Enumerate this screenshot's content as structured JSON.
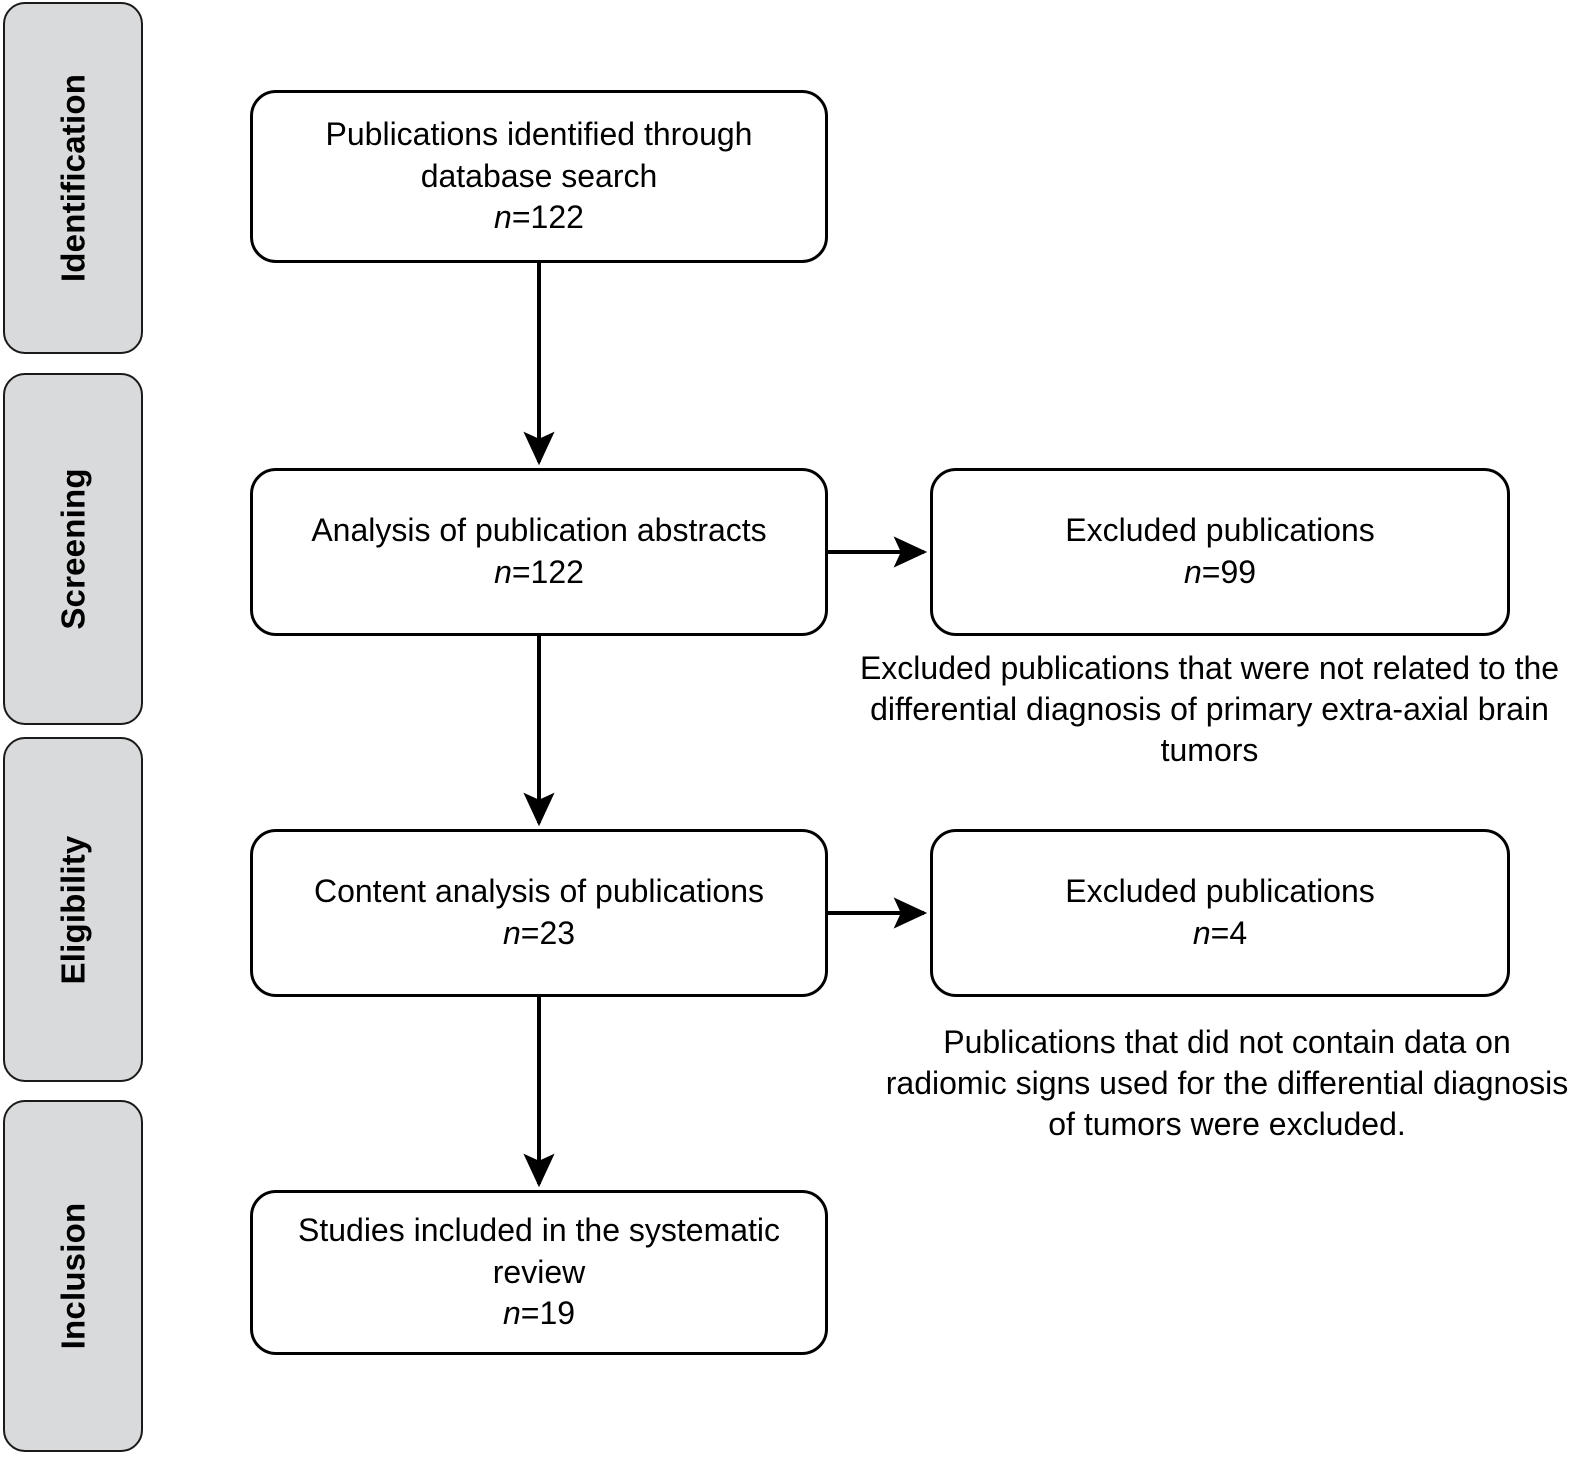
{
  "diagram": {
    "title": "PRISMA study selection flow diagram",
    "type": "flowchart",
    "colors": {
      "stage_fill": "#d9dadb",
      "stage_border": "#1a1a1a",
      "box_fill": "#ffffff",
      "box_border": "#000000",
      "text": "#000000"
    }
  },
  "stages": [
    {
      "id": "identification",
      "label": "Identification"
    },
    {
      "id": "screening",
      "label": "Screening"
    },
    {
      "id": "eligibility",
      "label": "Eligibility"
    },
    {
      "id": "inclusion",
      "label": "Inclusion"
    }
  ],
  "boxes": {
    "identified": {
      "line1": "Publications identified through",
      "line2": "database search",
      "n_label": "n",
      "n_value": "=122"
    },
    "abstracts": {
      "line1": "Analysis of publication abstracts",
      "n_label": "n",
      "n_value": "=122"
    },
    "excluded_1": {
      "line1": "Excluded publications",
      "n_label": "n",
      "n_value": "=99"
    },
    "content": {
      "line1": "Content analysis of publications",
      "n_label": "n",
      "n_value": "=23"
    },
    "excluded_2": {
      "line1": "Excluded publications",
      "n_label": "n",
      "n_value": "=4"
    },
    "included": {
      "line1": "Studies included in the systematic",
      "line2": "review",
      "n_label": "n",
      "n_value": "=19"
    }
  },
  "notes": {
    "excluded_1": "Excluded publications that were not related to the differential diagnosis of primary extra-axial brain tumors",
    "excluded_2": "Publications that did not contain data on radiomic signs used for the differential diagnosis of tumors were excluded."
  },
  "chart_data": {
    "type": "flow",
    "title": "PRISMA study selection flow",
    "nodes": [
      {
        "id": "identified",
        "stage": "Identification",
        "label": "Publications identified through database search",
        "n": 122
      },
      {
        "id": "abstracts",
        "stage": "Screening",
        "label": "Analysis of publication abstracts",
        "n": 122
      },
      {
        "id": "excluded_1",
        "stage": "Screening",
        "label": "Excluded publications",
        "n": 99
      },
      {
        "id": "content",
        "stage": "Eligibility",
        "label": "Content analysis of publications",
        "n": 23
      },
      {
        "id": "excluded_2",
        "stage": "Eligibility",
        "label": "Excluded publications",
        "n": 4
      },
      {
        "id": "included",
        "stage": "Inclusion",
        "label": "Studies included in the systematic review",
        "n": 19
      }
    ],
    "edges": [
      {
        "from": "identified",
        "to": "abstracts",
        "direction": "down"
      },
      {
        "from": "abstracts",
        "to": "excluded_1",
        "direction": "right"
      },
      {
        "from": "abstracts",
        "to": "content",
        "direction": "down"
      },
      {
        "from": "content",
        "to": "excluded_2",
        "direction": "right"
      },
      {
        "from": "content",
        "to": "included",
        "direction": "down"
      }
    ]
  }
}
